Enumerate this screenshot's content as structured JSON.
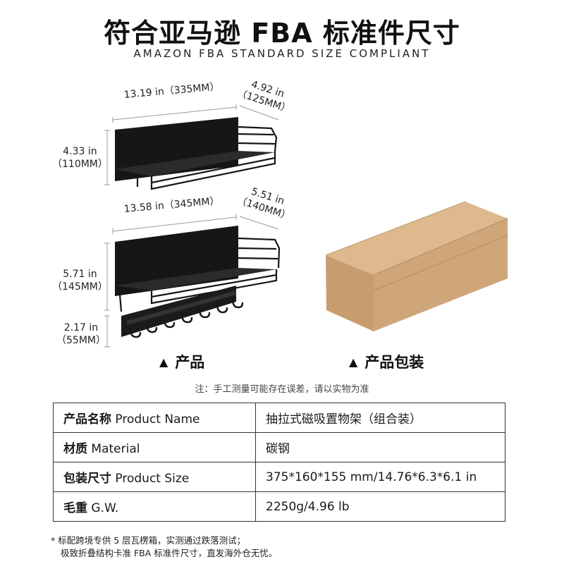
{
  "header": {
    "title": "符合亚马逊 FBA 标准件尺寸",
    "subtitle": "AMAZON FBA STANDARD SIZE COMPLIANT"
  },
  "shelf_top": {
    "width_in": "13.19 in",
    "width_mm": "（335MM）",
    "depth_in": "4.92 in",
    "depth_mm": "（125MM）",
    "height_in": "4.33 in",
    "height_mm": "（110MM）"
  },
  "shelf_bottom": {
    "width_in": "13.58 in",
    "width_mm": "（345MM）",
    "depth_in": "5.51 in",
    "depth_mm": "（140MM）",
    "height_in": "5.71 in",
    "height_mm": "（145MM）",
    "hook_in": "2.17 in",
    "hook_mm": "（55MM）"
  },
  "captions": {
    "product": "产品",
    "package": "产品包装",
    "triangle": "▲"
  },
  "note": "注：手工测量可能存在误差，请以实物为准",
  "spec_table": [
    {
      "key_cn": "产品名称",
      "key_en": "Product Name",
      "value": "抽拉式磁吸置物架（组合装）"
    },
    {
      "key_cn": "材质",
      "key_en": "Material",
      "value": "碳钢"
    },
    {
      "key_cn": "包装尺寸",
      "key_en": "Product Size",
      "value": "375*160*155 mm/14.76*6.3*6.1 in"
    },
    {
      "key_cn": "毛重",
      "key_en": "G.W.",
      "value": "2250g/4.96 lb"
    }
  ],
  "footer": {
    "line1": "* 标配跨境专供 5 层瓦楞箱，实测通过跌落测试；",
    "line2": "极致折叠结构卡准 FBA 标准件尺寸，直发海外仓无忧。"
  },
  "colors": {
    "shelf": "#151515",
    "box_front": "#cfa57a",
    "box_top": "#dcb88c",
    "box_side": "#b98c60",
    "border": "#333333"
  }
}
